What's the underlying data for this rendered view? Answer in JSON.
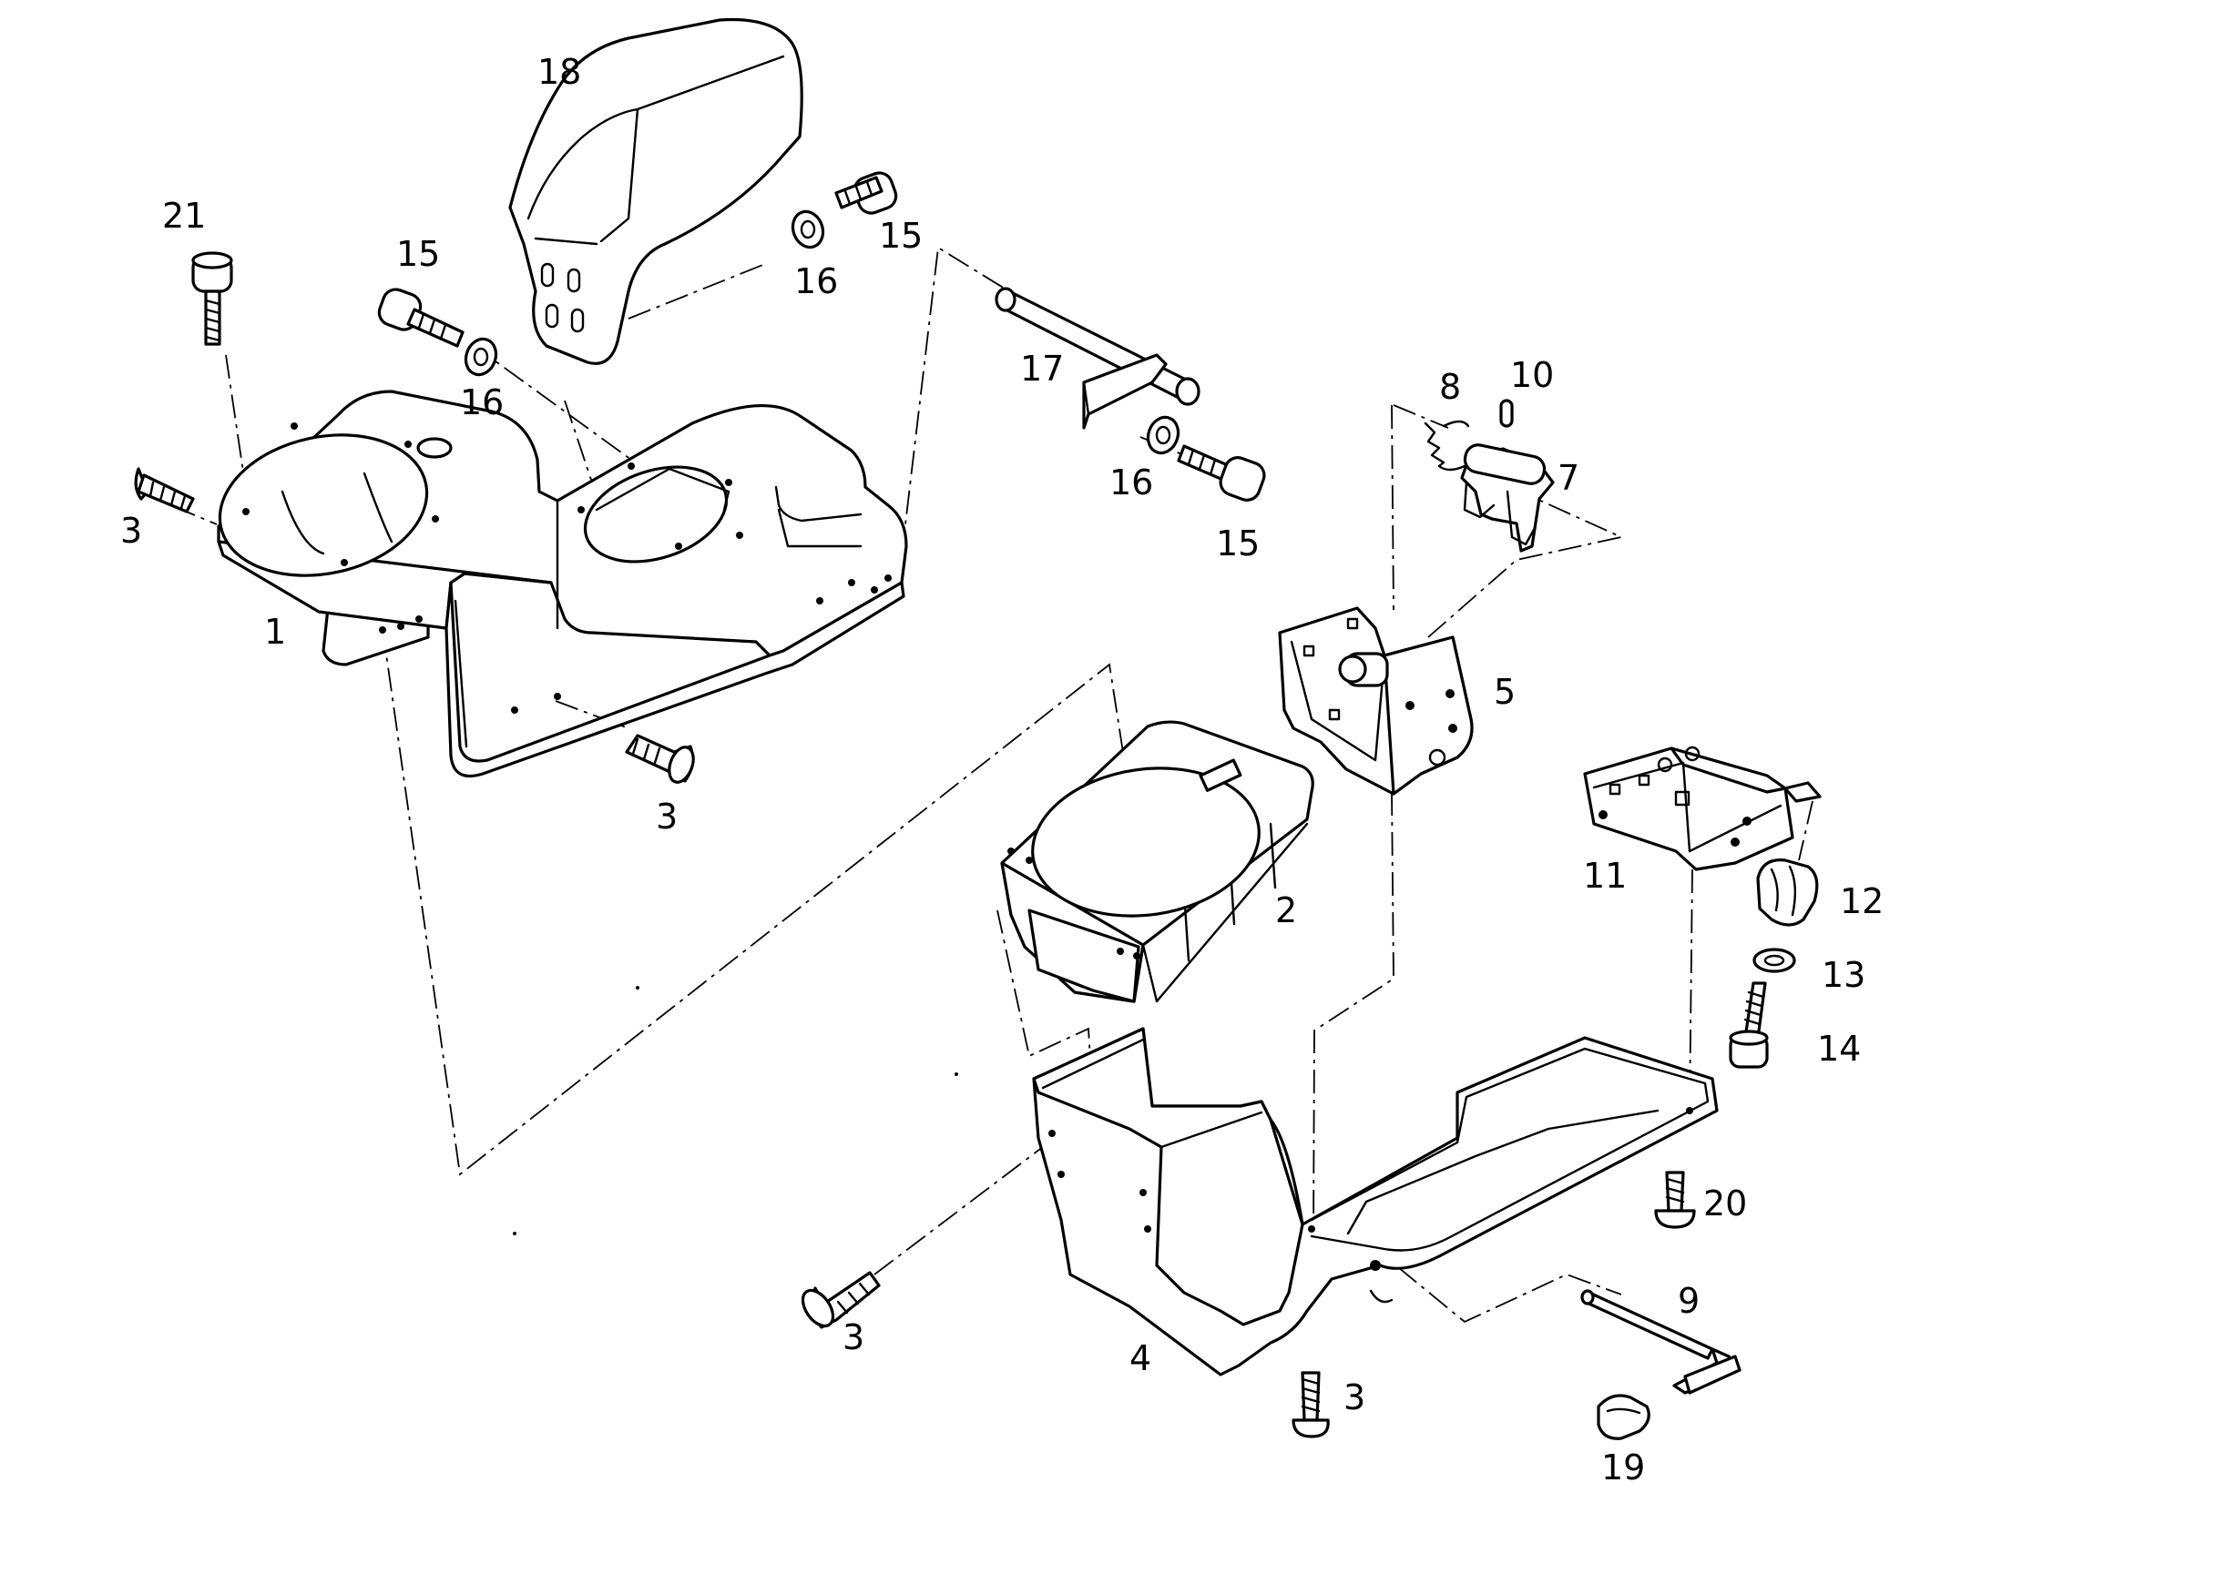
{
  "diagram": {
    "callouts": {
      "p1": "1",
      "p2": "2",
      "p3a": "3",
      "p3b": "3",
      "p3c": "3",
      "p3d": "3",
      "p4": "4",
      "p5": "5",
      "p7": "7",
      "p8": "8",
      "p9": "9",
      "p10": "10",
      "p11": "11",
      "p12": "12",
      "p13": "13",
      "p14": "14",
      "p15a": "15",
      "p15b": "15",
      "p15c": "15",
      "p16a": "16",
      "p16b": "16",
      "p16c": "16",
      "p17": "17",
      "p18": "18",
      "p19": "19",
      "p20": "20",
      "p21": "21"
    }
  }
}
